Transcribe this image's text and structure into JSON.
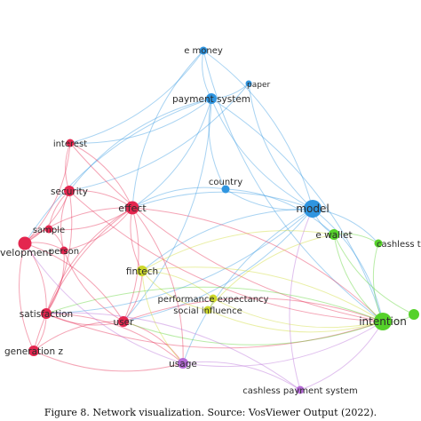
{
  "diagram": {
    "type": "network",
    "caption": "Figure 8. Network visualization. Source: VosViewer Output (2022).",
    "clusters": {
      "red": "#e4264f",
      "blue": "#2f95e0",
      "green": "#55d12a",
      "yellow": "#cdd82b",
      "purple": "#b46ad6"
    },
    "nodes": [
      {
        "id": "e-money",
        "label": "e money",
        "cluster": "blue",
        "weight": 2
      },
      {
        "id": "paper",
        "label": "paper",
        "cluster": "blue",
        "weight": 1
      },
      {
        "id": "payment-system",
        "label": "payment system",
        "cluster": "blue",
        "weight": 3
      },
      {
        "id": "country",
        "label": "country",
        "cluster": "blue",
        "weight": 2
      },
      {
        "id": "model",
        "label": "model",
        "cluster": "blue",
        "weight": 5
      },
      {
        "id": "interest",
        "label": "interest",
        "cluster": "red",
        "weight": 2
      },
      {
        "id": "security",
        "label": "security",
        "cluster": "red",
        "weight": 3
      },
      {
        "id": "effect",
        "label": "effect",
        "cluster": "red",
        "weight": 4
      },
      {
        "id": "sample",
        "label": "sample",
        "cluster": "red",
        "weight": 2
      },
      {
        "id": "development",
        "label": "velopment",
        "cluster": "red",
        "weight": 4
      },
      {
        "id": "person",
        "label": "person",
        "cluster": "red",
        "weight": 2
      },
      {
        "id": "satisfaction",
        "label": "satisfaction",
        "cluster": "red",
        "weight": 3
      },
      {
        "id": "user",
        "label": "user",
        "cluster": "red",
        "weight": 3
      },
      {
        "id": "generation-z",
        "label": "generation z",
        "cluster": "red",
        "weight": 3
      },
      {
        "id": "fintech",
        "label": "fintech",
        "cluster": "yellow",
        "weight": 3
      },
      {
        "id": "performance-expectancy",
        "label": "performance expectancy",
        "cluster": "yellow",
        "weight": 2
      },
      {
        "id": "social-influence",
        "label": "social influence",
        "cluster": "yellow",
        "weight": 2
      },
      {
        "id": "e-wallet",
        "label": "e wallet",
        "cluster": "green",
        "weight": 3
      },
      {
        "id": "cashless-tr",
        "label": "cashless tr",
        "cluster": "green",
        "weight": 2
      },
      {
        "id": "intention",
        "label": "intention",
        "cluster": "green",
        "weight": 5
      },
      {
        "id": "green-edge",
        "label": "",
        "cluster": "green",
        "weight": 3
      },
      {
        "id": "usage",
        "label": "usage",
        "cluster": "purple",
        "weight": 3
      },
      {
        "id": "cashless-payment-system",
        "label": "cashless payment system",
        "cluster": "purple",
        "weight": 2
      }
    ],
    "edges": [
      [
        "e-money",
        "payment-system"
      ],
      [
        "e-money",
        "model"
      ],
      [
        "e-money",
        "effect"
      ],
      [
        "e-money",
        "interest"
      ],
      [
        "e-money",
        "intention"
      ],
      [
        "paper",
        "payment-system"
      ],
      [
        "paper",
        "model"
      ],
      [
        "paper",
        "security"
      ],
      [
        "payment-system",
        "model"
      ],
      [
        "payment-system",
        "effect"
      ],
      [
        "payment-system",
        "security"
      ],
      [
        "payment-system",
        "interest"
      ],
      [
        "payment-system",
        "country"
      ],
      [
        "payment-system",
        "intention"
      ],
      [
        "payment-system",
        "development"
      ],
      [
        "payment-system",
        "user"
      ],
      [
        "country",
        "model"
      ],
      [
        "country",
        "e-wallet"
      ],
      [
        "country",
        "effect"
      ],
      [
        "model",
        "intention"
      ],
      [
        "model",
        "e-wallet"
      ],
      [
        "model",
        "cashless-tr"
      ],
      [
        "model",
        "effect"
      ],
      [
        "model",
        "user"
      ],
      [
        "model",
        "fintech"
      ],
      [
        "model",
        "satisfaction"
      ],
      [
        "model",
        "usage"
      ],
      [
        "interest",
        "effect"
      ],
      [
        "interest",
        "security"
      ],
      [
        "interest",
        "development"
      ],
      [
        "interest",
        "intention"
      ],
      [
        "security",
        "effect"
      ],
      [
        "security",
        "sample"
      ],
      [
        "security",
        "development"
      ],
      [
        "security",
        "person"
      ],
      [
        "security",
        "satisfaction"
      ],
      [
        "security",
        "intention"
      ],
      [
        "effect",
        "sample"
      ],
      [
        "effect",
        "development"
      ],
      [
        "effect",
        "person"
      ],
      [
        "effect",
        "satisfaction"
      ],
      [
        "effect",
        "user"
      ],
      [
        "effect",
        "fintech"
      ],
      [
        "effect",
        "intention"
      ],
      [
        "effect",
        "generation-z"
      ],
      [
        "effect",
        "usage"
      ],
      [
        "sample",
        "development"
      ],
      [
        "sample",
        "person"
      ],
      [
        "person",
        "development"
      ],
      [
        "person",
        "satisfaction"
      ],
      [
        "person",
        "user"
      ],
      [
        "development",
        "satisfaction"
      ],
      [
        "development",
        "generation-z"
      ],
      [
        "development",
        "user"
      ],
      [
        "satisfaction",
        "user"
      ],
      [
        "satisfaction",
        "generation-z"
      ],
      [
        "satisfaction",
        "intention"
      ],
      [
        "satisfaction",
        "usage"
      ],
      [
        "user",
        "generation-z"
      ],
      [
        "user",
        "intention"
      ],
      [
        "user",
        "fintech"
      ],
      [
        "user",
        "usage"
      ],
      [
        "generation-z",
        "usage"
      ],
      [
        "fintech",
        "intention"
      ],
      [
        "fintech",
        "usage"
      ],
      [
        "fintech",
        "performance-expectancy"
      ],
      [
        "fintech",
        "social-influence"
      ],
      [
        "fintech",
        "e-wallet"
      ],
      [
        "performance-expectancy",
        "intention"
      ],
      [
        "performance-expectancy",
        "social-influence"
      ],
      [
        "social-influence",
        "intention"
      ],
      [
        "social-influence",
        "e-wallet"
      ],
      [
        "e-wallet",
        "intention"
      ],
      [
        "e-wallet",
        "cashless-tr"
      ],
      [
        "e-wallet",
        "green-edge"
      ],
      [
        "intention",
        "cashless-tr"
      ],
      [
        "intention",
        "green-edge"
      ],
      [
        "intention",
        "user"
      ],
      [
        "intention",
        "satisfaction"
      ],
      [
        "usage",
        "cashless-payment-system"
      ],
      [
        "usage",
        "intention"
      ],
      [
        "usage",
        "development"
      ],
      [
        "cashless-payment-system",
        "intention"
      ],
      [
        "cashless-payment-system",
        "model"
      ],
      [
        "cashless-payment-system",
        "satisfaction"
      ]
    ]
  }
}
